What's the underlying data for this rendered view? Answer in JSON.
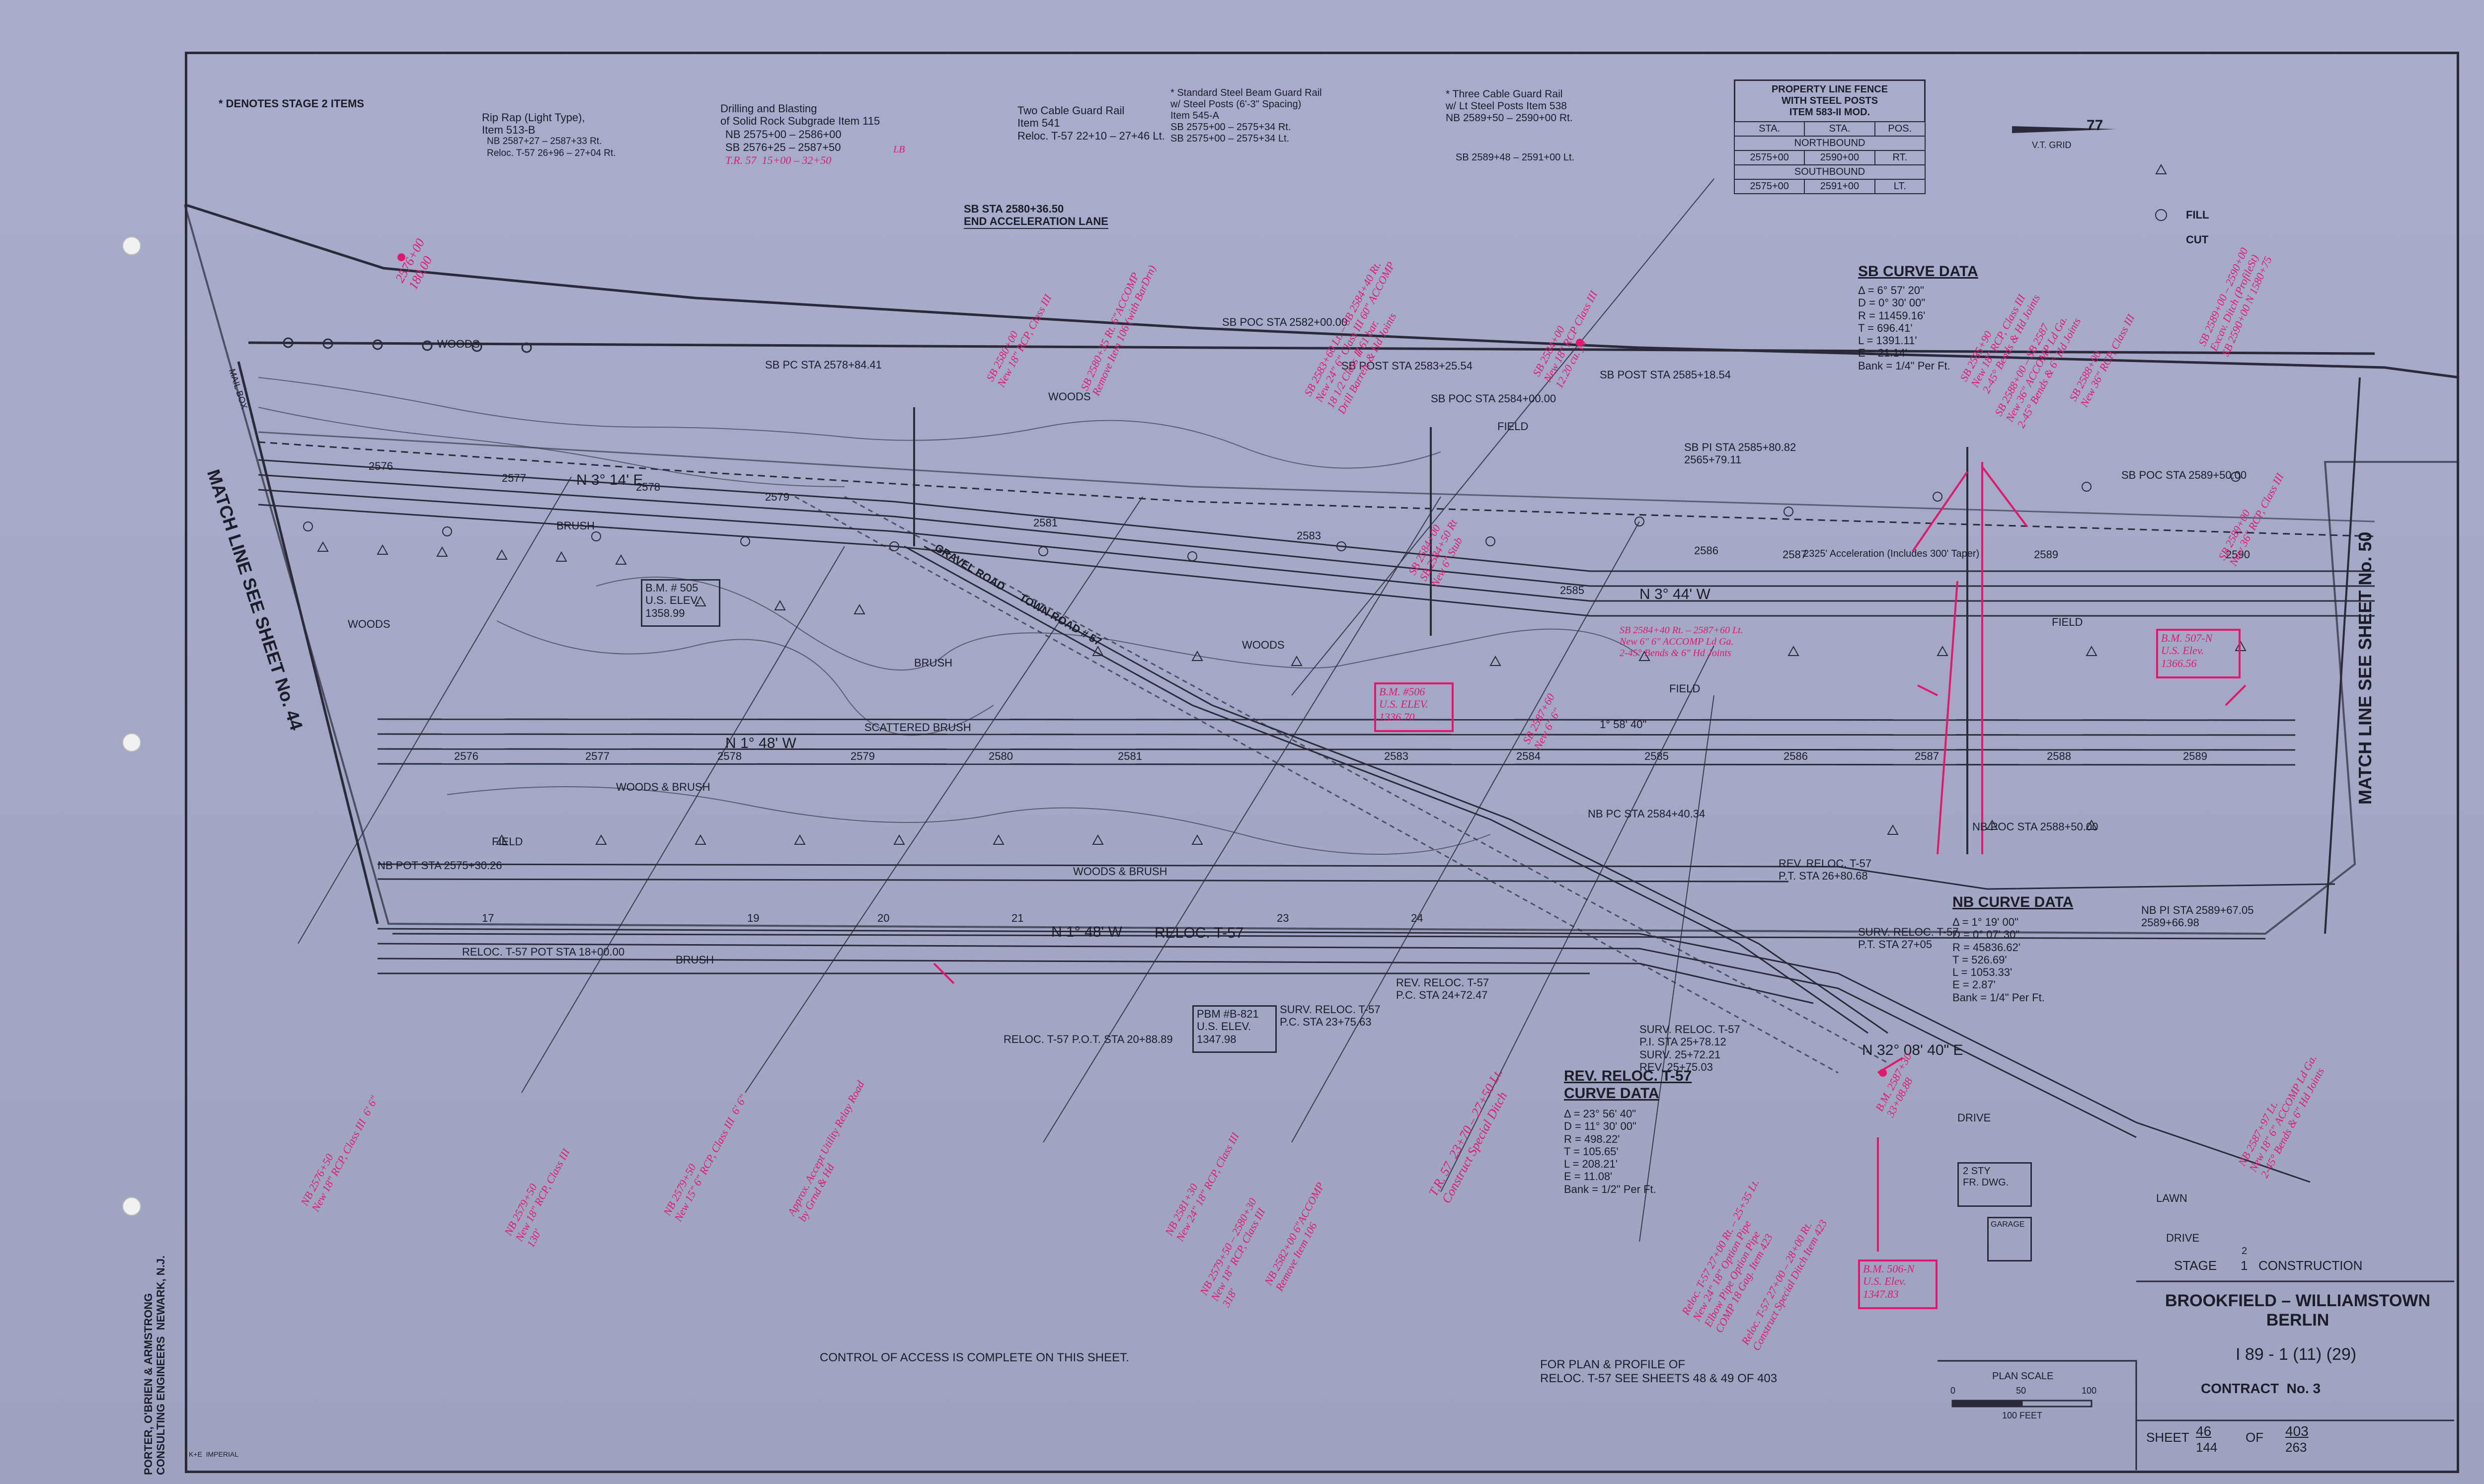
{
  "notes": {
    "stage2": "* DENOTES STAGE 2 ITEMS",
    "rip_rap": "Rip Rap (Light Type),\nItem 513-B",
    "rip_rap_1": "NB 2587+27 – 2587+33 Rt.",
    "rip_rap_2": "Reloc. T-57 26+96 – 27+04 Rt.",
    "drilling": "Drilling and Blasting\nof Solid Rock Subgrade Item 115",
    "drilling_1": "NB 2575+00 – 2586+00",
    "drilling_2": "SB 2576+25 – 2587+50",
    "drilling_red": "T.R. 57  15+00 – 32+50",
    "cable2": "Two Cable Guard Rail\nItem 541\nReloc. T-57 22+10 – 27+46 Lt.",
    "beam": "* Standard Steel Beam Guard Rail\nw/ Steel Posts (6'-3\" Spacing)\nItem 545-A\nSB 2575+00 – 2575+34 Rt.\nSB 2575+00 – 2575+34 Lt.",
    "cable3": "* Three Cable Guard Rail\nw/ Lt Steel Posts Item 538\nNB 2589+50 – 2590+00 Rt.",
    "cable3_2": "SB 2589+48 – 2591+00 Lt.",
    "lb": "LB"
  },
  "fence_table": {
    "title": "PROPERTY LINE FENCE\nWITH STEEL POSTS\nITEM 583-II MOD.",
    "headers": [
      "STA.",
      "STA.",
      "POS."
    ],
    "northbound": "NORTHBOUND",
    "nb_row": [
      "2575+00",
      "2590+00",
      "RT."
    ],
    "southbound": "SOUTHBOUND",
    "sb_row": [
      "2575+00",
      "2591+00",
      "LT."
    ]
  },
  "north": {
    "label": "V.T. GRID",
    "mark": "77"
  },
  "legend": {
    "fill": "FILL",
    "cut": "CUT"
  },
  "sb_curve": {
    "title": "SB CURVE DATA",
    "lines": [
      "Δ = 6° 57' 20\"",
      "D = 0° 30' 00\"",
      "R = 11459.16'",
      "T = 696.41'",
      "L = 1391.11'",
      "E = 21.14'",
      "Bank = 1/4\" Per Ft."
    ]
  },
  "nb_curve": {
    "title": "NB CURVE DATA",
    "lines": [
      "Δ = 1° 19' 00\"",
      "D = 0° 07' 30\"",
      "R = 45836.62'",
      "T = 526.69'",
      "L = 1053.33'",
      "E = 2.87'",
      "Bank = 1/4\" Per Ft."
    ]
  },
  "rev_curve": {
    "title": "REV. RELOC. T-57\nCURVE DATA",
    "lines": [
      "Δ = 23° 56' 40\"",
      "D = 11° 30' 00\"",
      "R = 498.22'",
      "T = 105.65'",
      "L = 208.21'",
      "E = 11.08'",
      "Bank = 1/2\" Per Ft."
    ]
  },
  "labels": {
    "sb_sta_end": "SB STA 2580+36.50\nEND ACCELERATION LANE",
    "sb_poc_1": "SB POC STA 2582+00.00",
    "sb_pc": "SB PC STA 2578+84.41",
    "sb_post_1": "SB POST STA 2583+25.54",
    "sb_poc_2": "SB POC STA 2584+00.00",
    "sb_post_2": "SB POST STA 2585+18.54",
    "sb_pi": "SB PI STA 2585+80.82\n2565+79.11",
    "sb_poc_3": "SB POC STA 2589+50.00",
    "sb_bearing": "N 3° 14' E",
    "accel": "2325' Acceleration (Includes 300' Taper)",
    "sb_pt_bearing": "N 3° 44' W",
    "nb_bearing": "N 1° 48' W",
    "nb_delta": "1° 58' 40\"",
    "nb_pc_sta": "NB PC STA 2584+40.34",
    "nb_poc_sta": "NB POC STA 2588+50.00",
    "nb_pot_sta": "NB POT STA 2575+30.26",
    "nb_pi_sta": "NB PI STA 2589+67.05\n2589+66.98",
    "reloc_bearing": "N 1° 48' W",
    "reloc_name": "RELOC. T-57",
    "reloc_pot": "RELOC. T-57 POT STA 18+00.00",
    "reloc_pot_2": "RELOC. T-57 P.O.T. STA 20+88.89",
    "pbm": "PBM #B-821\nU.S. ELEV.\n1347.98",
    "surv_pc": "SURV. RELOC. T-57\nP.C. STA 23+75.63",
    "rev_pc": "REV. RELOC. T-57\nP.C. STA 24+72.47",
    "surv_pi": "SURV. RELOC. T-57\nP.I. STA 25+78.12\nSURV. 25+72.21\nREV. 25+75.03",
    "surv_pt": "SURV. RELOC. T-57\nP.T. STA 27+05",
    "rev_pt": "REV. RELOC. T-57\nP.T. STA 26+80.68",
    "bearing_se": "N 32° 08' 40\" E",
    "bm505": "B.M. # 505\nU.S. ELEV.\n1358.99",
    "bm506": "B.M. #506\nU.S. ELEV.\n1336.70",
    "bm507": "B.M. 507-N\nU.S. Elev.\n1366.56",
    "bm506n": "B.M. 506-N\nU.S. Elev.\n1347.83",
    "woods": "WOODS",
    "brush": "BRUSH",
    "field": "FIELD",
    "scattered": "SCATTERED BRUSH",
    "woods_brush": "WOODS & BRUSH",
    "drive": "DRIVE",
    "lawn": "LAWN",
    "barn": "2 STY\nFR. DWG.",
    "garage": "GARAGE",
    "mailbox": "MAIL BOX",
    "gravel": "GRAVEL ROAD",
    "town_road": "TOWN ROAD # 57",
    "match_left": "MATCH LINE SEE SHEET No. 44",
    "match_right": "MATCH LINE SEE SHEET No. 50",
    "control": "CONTROL OF ACCESS IS COMPLETE ON THIS SHEET.",
    "plan_profile": "FOR PLAN & PROFILE OF\nRELOC. T-57 SEE SHEETS 48 & 49 OF 403",
    "firm": "PORTER, O'BRIEN & ARMSTRONG\nCONSULTING ENGINEERS  NEWARK, N.J.",
    "ke": "K+E  IMPERIAL"
  },
  "sb_stations": [
    "2576",
    "2577",
    "2578",
    "2579",
    "2581",
    "2583",
    "2585",
    "2586",
    "2587",
    "2589",
    "2590"
  ],
  "nb_stations": [
    "2576",
    "2577",
    "2578",
    "2579",
    "2580",
    "2581",
    "2583",
    "2584",
    "2585",
    "2586",
    "2587",
    "2588",
    "2589"
  ],
  "reloc_stations": [
    "17",
    "19",
    "20",
    "21",
    "23",
    "24"
  ],
  "red_notes": {
    "n1": "2576+00\n180.00",
    "n2": "SB 2580+00\nNew 18\" RCP, Class III",
    "n3": "SB 2580+35 Rt. 6\"ACCOMP\nRemove Item 106 (with BarDrn)",
    "n4": "SB 2583+60 Lt. – SB 2584+40 Rt.\nNew 24\" 6\" Class III 60\" ACCOMP\n18 1/2 Class Ⅲ 61 bar.\nDrill Barrels & Hd Joints",
    "n5": "SB 2584+00\nNew 18\" RCP Class III\n12.20 cu. yd",
    "n6": "SB 2585+90\nNew 18\" RCP, Class III\n2-45° Bends & Hd Joints",
    "n7": "SB 2588+00 – SB 2587\nNew 36\" ACCOMP Ld Ga.\n2-45° Bends & 6\" Hd Joints",
    "n8": "SB 2588+00\nNew 36\" RCP, Class III",
    "n9": "SB 2589+00 – 2590+00\nExcav. Ditch (ProfileSt)\nSB 2590+00 N 1580+75",
    "n10": "SB 2589+00\nNew 36\" RCP, Class III",
    "n11": "NB 2576+50\nNew 18\" RCP, Class III  6' 6\"",
    "n12": "NB 2579+50\nNew 18\" RCP, Class III\n130'",
    "n13": "NB 2579+50\nNew 15\" 6\" RCP, Class III  6' 6\"",
    "n14": "Approx. Accept Utility Relay Road\nby Grnd & Hd",
    "n15": "NB 2579+50 – 2580+30\nNew 18\" RCP, Class III\n318'",
    "n16": "NB 2581+30\nNew 24\" 18\" RCP, Class III",
    "n17": "NB 2582+00 6\"ACCOMP\nRemove Item 106",
    "n18": "T.R. 57  23+70 – 27+50 Lt.\nConstruct Special Ditch",
    "n19": "Reloc. T-57 27+00 Rt. – 25+35 Lt.\nNew 24\" 18\" Option Pipe\nElbow Pipe Option Pipe\nCOMP 18 Gag. Item 423",
    "n20": "Reloc. T-57 27+00 – 28+00 Rt.\nConstruct Special Ditch Item 423",
    "n21": "NB 2587+97 Lt.\nNew 18\" 6\" ACCOMP Ld Ga.\n2-45° Bends & 6\" Hd Joints",
    "n22": "SB 2587+60\nNew 6\" 6\"",
    "n23": "B.M. 2587+30\n33+08.88",
    "n24": "SB 2584+40 Rt. – 2587+60 Lt.\nNew 6\" 6\" ACCOMP Ld Ga.\n2-45° Bends & 6\" Hd Joints",
    "n25": "SB 2584+00\nSB 2584+50 Rt\nNew 6\" Stub"
  },
  "title_block": {
    "stage": "STAGE",
    "stage_num": "2",
    "stage_num2": "1",
    "construction": "CONSTRUCTION",
    "project": "BROOKFIELD – WILLIAMSTOWN\nBERLIN",
    "route": "I 89 - 1 (11) (29)",
    "contract": "CONTRACT  No. 3",
    "sheet_label": "SHEET",
    "sheet_no": "46",
    "sheet_no2": "144",
    "of": "OF",
    "total": "403",
    "total2": "263",
    "scale_title": "PLAN SCALE",
    "scale_0": "0",
    "scale_50": "50",
    "scale_100": "100",
    "scale_unit": "100 FEET"
  },
  "colors": {
    "ink": "#1c1c2a",
    "red_pencil": "#e0196e",
    "paper": "#a4a9c6"
  }
}
